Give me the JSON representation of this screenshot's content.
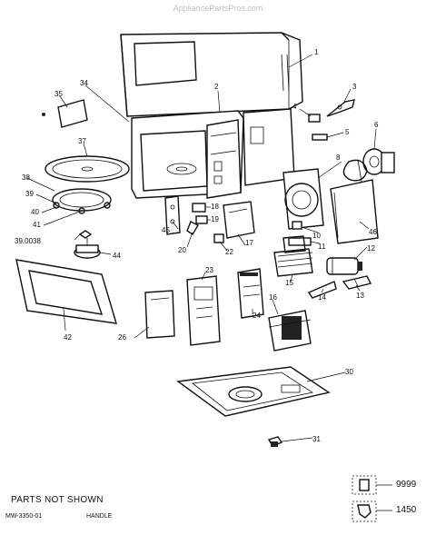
{
  "watermark": "AppliancePartsPros.com",
  "callouts": [
    {
      "id": "c1",
      "label": "1"
    },
    {
      "id": "c2",
      "label": "2"
    },
    {
      "id": "c3",
      "label": "3"
    },
    {
      "id": "c4",
      "label": "4"
    },
    {
      "id": "c5",
      "label": "5"
    },
    {
      "id": "c6",
      "label": "6"
    },
    {
      "id": "c8",
      "label": "8"
    },
    {
      "id": "c10",
      "label": "10"
    },
    {
      "id": "c11",
      "label": "11"
    },
    {
      "id": "c12",
      "label": "12"
    },
    {
      "id": "c13",
      "label": "13"
    },
    {
      "id": "c14",
      "label": "14"
    },
    {
      "id": "c15",
      "label": "15"
    },
    {
      "id": "c16",
      "label": "16"
    },
    {
      "id": "c17",
      "label": "17"
    },
    {
      "id": "c18",
      "label": "18"
    },
    {
      "id": "c19",
      "label": "19"
    },
    {
      "id": "c20",
      "label": "20"
    },
    {
      "id": "c22",
      "label": "22"
    },
    {
      "id": "c23",
      "label": "23"
    },
    {
      "id": "c24",
      "label": "24"
    },
    {
      "id": "c26",
      "label": "26"
    },
    {
      "id": "c30",
      "label": "30"
    },
    {
      "id": "c31",
      "label": "31"
    },
    {
      "id": "c34",
      "label": "34"
    },
    {
      "id": "c35",
      "label": "35"
    },
    {
      "id": "c37",
      "label": "37"
    },
    {
      "id": "c38",
      "label": "38"
    },
    {
      "id": "c39",
      "label": "39"
    },
    {
      "id": "c40",
      "label": "40"
    },
    {
      "id": "c41",
      "label": "41"
    },
    {
      "id": "c390038",
      "label": "39.0038"
    },
    {
      "id": "c42",
      "label": "42"
    },
    {
      "id": "c44",
      "label": "44"
    },
    {
      "id": "c45",
      "label": "45"
    },
    {
      "id": "c46",
      "label": "46"
    }
  ],
  "parts_not_shown": {
    "title": "PARTS NOT SHOWN",
    "part_number": "MW-3350-01",
    "description": "HANDLE"
  },
  "legend": [
    {
      "id": "l9999",
      "label": "9999"
    },
    {
      "id": "l1450",
      "label": "1450"
    }
  ]
}
